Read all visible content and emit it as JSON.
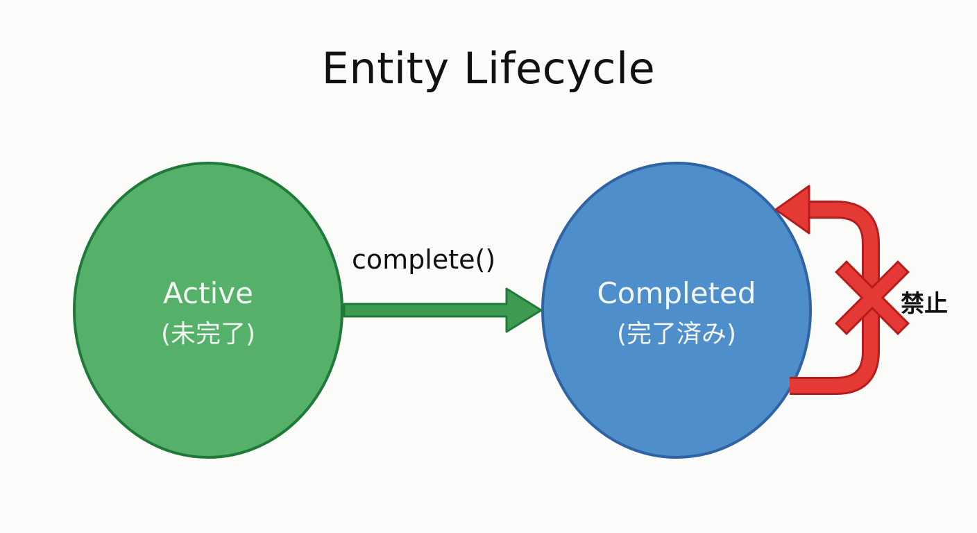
{
  "title": "Entity Lifecycle",
  "states": {
    "active": {
      "label": "Active",
      "sublabel": "(未完了)",
      "color": "#55b06a",
      "stroke": "#1f7a3a"
    },
    "completed": {
      "label": "Completed",
      "sublabel": "(完了済み)",
      "color": "#4d8ecb",
      "stroke": "#2f63a4"
    }
  },
  "transition": {
    "label": "complete()",
    "color": "#1f8a3c"
  },
  "forbidden": {
    "label": "禁止",
    "color": "#e53935"
  }
}
